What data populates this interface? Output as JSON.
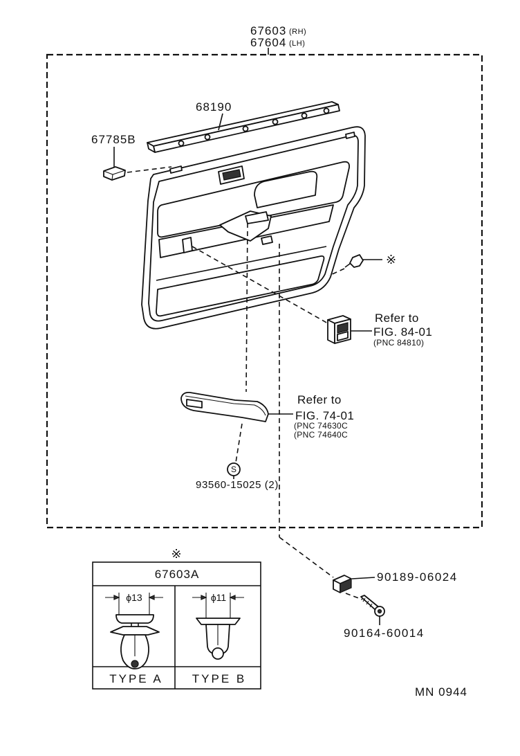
{
  "figure": {
    "part_rh": "67603",
    "tag_rh": "(RH)",
    "part_lh": "67604",
    "tag_lh": "(LH)",
    "code": "MN 0944"
  },
  "callouts": {
    "moulding": "68190",
    "top_clip": "67785B",
    "door_clip_mark": "※",
    "switch_ref": {
      "line1": "Refer to",
      "line2": "FIG. 84-01",
      "line3": "(PNC 84810)"
    },
    "armrest_ref": {
      "line1": "Refer to",
      "line2": "FIG. 74-01",
      "line3": "(PNC 74630C",
      "line4": "(PNC 74640C"
    },
    "screw_symbol": "S",
    "armrest_screw": "93560-15025 (2)",
    "nut": "90189-06024",
    "screw": "90164-60014"
  },
  "detail": {
    "mark": "※",
    "title": "67603A",
    "type_a": {
      "diameter": "ϕ13",
      "label": "TYPE A"
    },
    "type_b": {
      "diameter": "ϕ11",
      "label": "TYPE B"
    }
  },
  "colors": {
    "line": "#111111",
    "background": "#ffffff"
  }
}
